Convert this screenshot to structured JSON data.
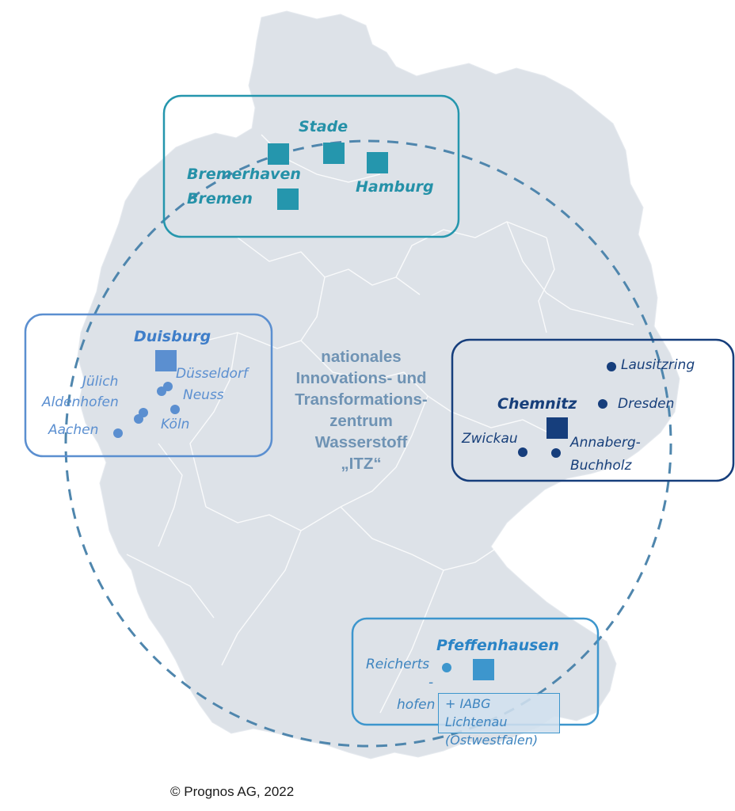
{
  "center_title": {
    "line1": "nationales",
    "line2": "Innovations- und",
    "line3": "Transformations-",
    "line4": "zentrum",
    "line5": "Wasserstoff",
    "line6": "„ITZ“"
  },
  "clusters": {
    "north": {
      "color": "#2596ad",
      "stade": "Stade",
      "bremerhaven": "Bremerhaven",
      "bremen": "Bremen",
      "hamburg": "Hamburg"
    },
    "west": {
      "color": "#5b8fd0",
      "duisburg": "Duisburg",
      "juelich": "Jülich",
      "aldenhofen": "Aldenhofen",
      "aachen": "Aachen",
      "duesseldorf": "Düsseldorf",
      "neuss": "Neuss",
      "koeln": "Köln"
    },
    "east": {
      "color": "#163e7c",
      "chemnitz": "Chemnitz",
      "lausitzring": "Lausitzring",
      "dresden": "Dresden",
      "zwickau": "Zwickau",
      "annaberg_1": "Annaberg-",
      "annaberg_2": "Buchholz"
    },
    "south": {
      "color": "#3d96cd",
      "pfeffenhausen": "Pfeffenhausen",
      "reicherts_1": "Reicherts",
      "reicherts_2": "-",
      "reicherts_3": "hofen",
      "iabg_1": "+ IABG",
      "iabg_2": "Lichtenau",
      "iabg_3": "(Ostwestfalen)"
    }
  },
  "copyright": "© Prognos AG, 2022",
  "colors": {
    "map_fill": "#dde2e8",
    "border_lines": "#ffffff",
    "dashed_circle": "#4f86ad"
  }
}
